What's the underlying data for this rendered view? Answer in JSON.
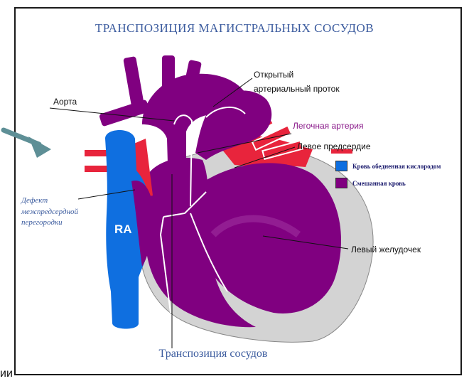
{
  "title": "ТРАНСПОЗИЦИЯ МАГИСТРАЛЬНЫХ СОСУДОВ",
  "caption": "Транспозиция сосудов",
  "labels": {
    "aorta": "Аорта",
    "ductus_line1": "Открытый",
    "ductus_line2": "артериальный проток",
    "pulmonary_artery": "Легочная артерия",
    "left_atrium": "Левое предсердие",
    "asd_line1": "Дефект",
    "asd_line2": "межпредсердной",
    "asd_line3": "перегородки",
    "left_ventricle": "Левый желудочек",
    "ra": "RA"
  },
  "legend": [
    {
      "text": "Кровь обедненная кислородом",
      "color": "#0f6fe0"
    },
    {
      "text": "Смешанная кровь",
      "color": "#800080"
    }
  ],
  "cutoff_text": "ии",
  "colors": {
    "title": "#3b5b9e",
    "purple": "#800080",
    "blue": "#0f6fe0",
    "red": "#e8243c",
    "gray": "#d3d3d3",
    "arrow": "#5e8f96"
  }
}
